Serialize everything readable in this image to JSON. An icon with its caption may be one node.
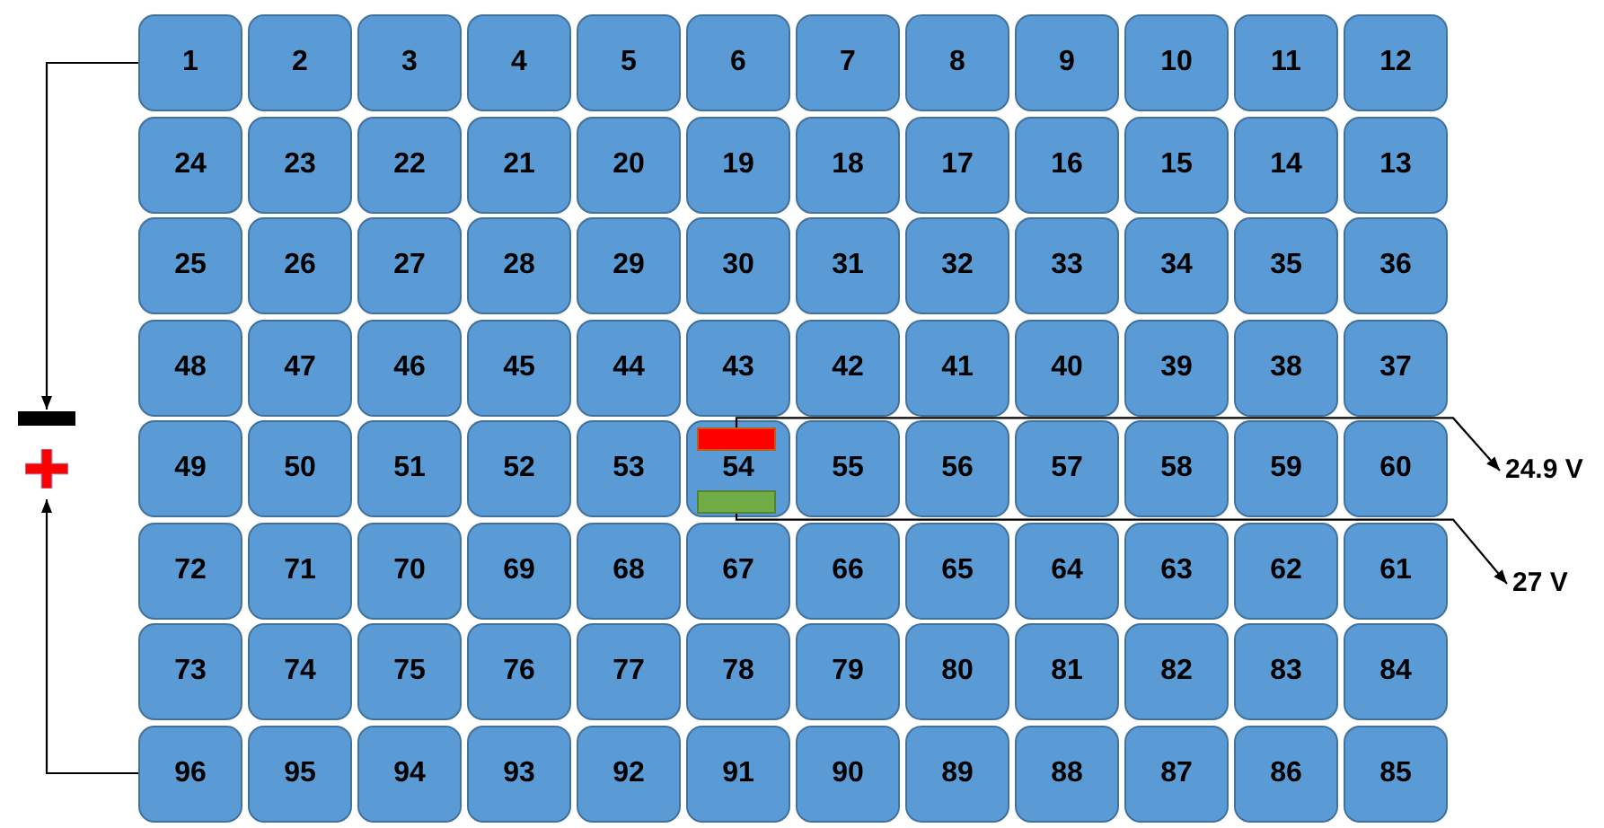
{
  "diagram": {
    "nodes": [
      {
        "text": [
          "1"
        ]
      },
      {
        "text": [
          "2"
        ]
      },
      {
        "text": [
          "3"
        ]
      },
      {
        "text": [
          "4"
        ]
      },
      {
        "text": [
          "5"
        ]
      },
      {
        "text": [
          "6"
        ]
      },
      {
        "text": [
          "7"
        ]
      },
      {
        "text": [
          "8"
        ]
      },
      {
        "text": [
          "9"
        ]
      },
      {
        "text": [
          "10"
        ]
      },
      {
        "text": [
          "11"
        ]
      },
      {
        "text": [
          "12"
        ]
      },
      {
        "text": [
          "24"
        ]
      },
      {
        "text": [
          "23"
        ]
      },
      {
        "text": [
          "22"
        ]
      },
      {
        "text": [
          "21"
        ]
      },
      {
        "text": [
          "20"
        ]
      },
      {
        "text": [
          "19"
        ]
      },
      {
        "text": [
          "18"
        ]
      },
      {
        "text": [
          "17"
        ]
      },
      {
        "text": [
          "16"
        ]
      },
      {
        "text": [
          "15"
        ]
      },
      {
        "text": [
          "14"
        ]
      },
      {
        "text": [
          "13"
        ]
      },
      {
        "text": [
          "25"
        ]
      },
      {
        "text": [
          "26"
        ]
      },
      {
        "text": [
          "27"
        ]
      },
      {
        "text": [
          "28"
        ]
      },
      {
        "text": [
          "29"
        ]
      },
      {
        "text": [
          "30"
        ]
      },
      {
        "text": [
          "31"
        ]
      },
      {
        "text": [
          "32"
        ]
      },
      {
        "text": [
          "33"
        ]
      },
      {
        "text": [
          "34"
        ]
      },
      {
        "text": [
          "35"
        ]
      },
      {
        "text": [
          "36"
        ]
      },
      {
        "text": [
          "48"
        ]
      },
      {
        "text": [
          "47"
        ]
      },
      {
        "text": [
          "46"
        ]
      },
      {
        "text": [
          "45"
        ]
      },
      {
        "text": [
          "44"
        ]
      },
      {
        "text": [
          "43"
        ]
      },
      {
        "text": [
          "42"
        ]
      },
      {
        "text": [
          "41"
        ]
      },
      {
        "text": [
          "40"
        ]
      },
      {
        "text": [
          "39"
        ]
      },
      {
        "text": [
          "38"
        ]
      },
      {
        "text": [
          "37"
        ]
      },
      {
        "text": [
          "49"
        ]
      },
      {
        "text": [
          "50"
        ]
      },
      {
        "text": [
          "51"
        ]
      },
      {
        "text": [
          "52"
        ]
      },
      {
        "text": [
          "53"
        ]
      },
      {
        "text": [
          "54"
        ]
      },
      {
        "text": [
          "55"
        ]
      },
      {
        "text": [
          "56"
        ]
      },
      {
        "text": [
          "57"
        ]
      },
      {
        "text": [
          "58"
        ]
      },
      {
        "text": [
          "59"
        ]
      },
      {
        "text": [
          "60"
        ]
      },
      {
        "text": [
          "72"
        ]
      },
      {
        "text": [
          "71"
        ]
      },
      {
        "text": [
          "70"
        ]
      },
      {
        "text": [
          "69"
        ]
      },
      {
        "text": [
          "68"
        ]
      },
      {
        "text": [
          "67"
        ]
      },
      {
        "text": [
          "66"
        ]
      },
      {
        "text": [
          "65"
        ]
      },
      {
        "text": [
          "64"
        ]
      },
      {
        "text": [
          "63"
        ]
      },
      {
        "text": [
          "62"
        ]
      },
      {
        "text": [
          "61"
        ]
      },
      {
        "text": [
          "73"
        ]
      },
      {
        "text": [
          "74"
        ]
      },
      {
        "text": [
          "75"
        ]
      },
      {
        "text": [
          "76"
        ]
      },
      {
        "text": [
          "77"
        ]
      },
      {
        "text": [
          "78"
        ]
      },
      {
        "text": [
          "79"
        ]
      },
      {
        "text": [
          "80"
        ]
      },
      {
        "text": [
          "81"
        ]
      },
      {
        "text": [
          "82"
        ]
      },
      {
        "text": [
          "83"
        ]
      },
      {
        "text": [
          "84"
        ]
      },
      {
        "text": [
          "96"
        ]
      },
      {
        "text": [
          "95"
        ]
      },
      {
        "text": [
          "94"
        ]
      },
      {
        "text": [
          "93"
        ]
      },
      {
        "text": [
          "92"
        ]
      },
      {
        "text": [
          "91"
        ]
      },
      {
        "text": [
          "90"
        ]
      },
      {
        "text": [
          "89"
        ]
      },
      {
        "text": [
          "88"
        ]
      },
      {
        "text": [
          "87"
        ]
      },
      {
        "text": [
          "86"
        ]
      },
      {
        "text": [
          "85"
        ]
      },
      {
        "text": [],
        "shape": "bar"
      },
      {
        "text": [],
        "shape": "plus"
      },
      {
        "text": [],
        "shape": "bar",
        "in": 53
      },
      {
        "text": [],
        "shape": "bar",
        "in": 53
      },
      {
        "text": [
          "24.9 V"
        ]
      },
      {
        "text": [
          "27 V"
        ]
      }
    ],
    "edges": [
      {
        "from": 0,
        "to": 96,
        "arrow": "to"
      },
      {
        "from": 84,
        "to": 97,
        "arrow": "to"
      },
      {
        "from": 98,
        "to": 100,
        "arrow": "to"
      },
      {
        "from": 99,
        "to": 101,
        "arrow": "to"
      }
    ]
  }
}
